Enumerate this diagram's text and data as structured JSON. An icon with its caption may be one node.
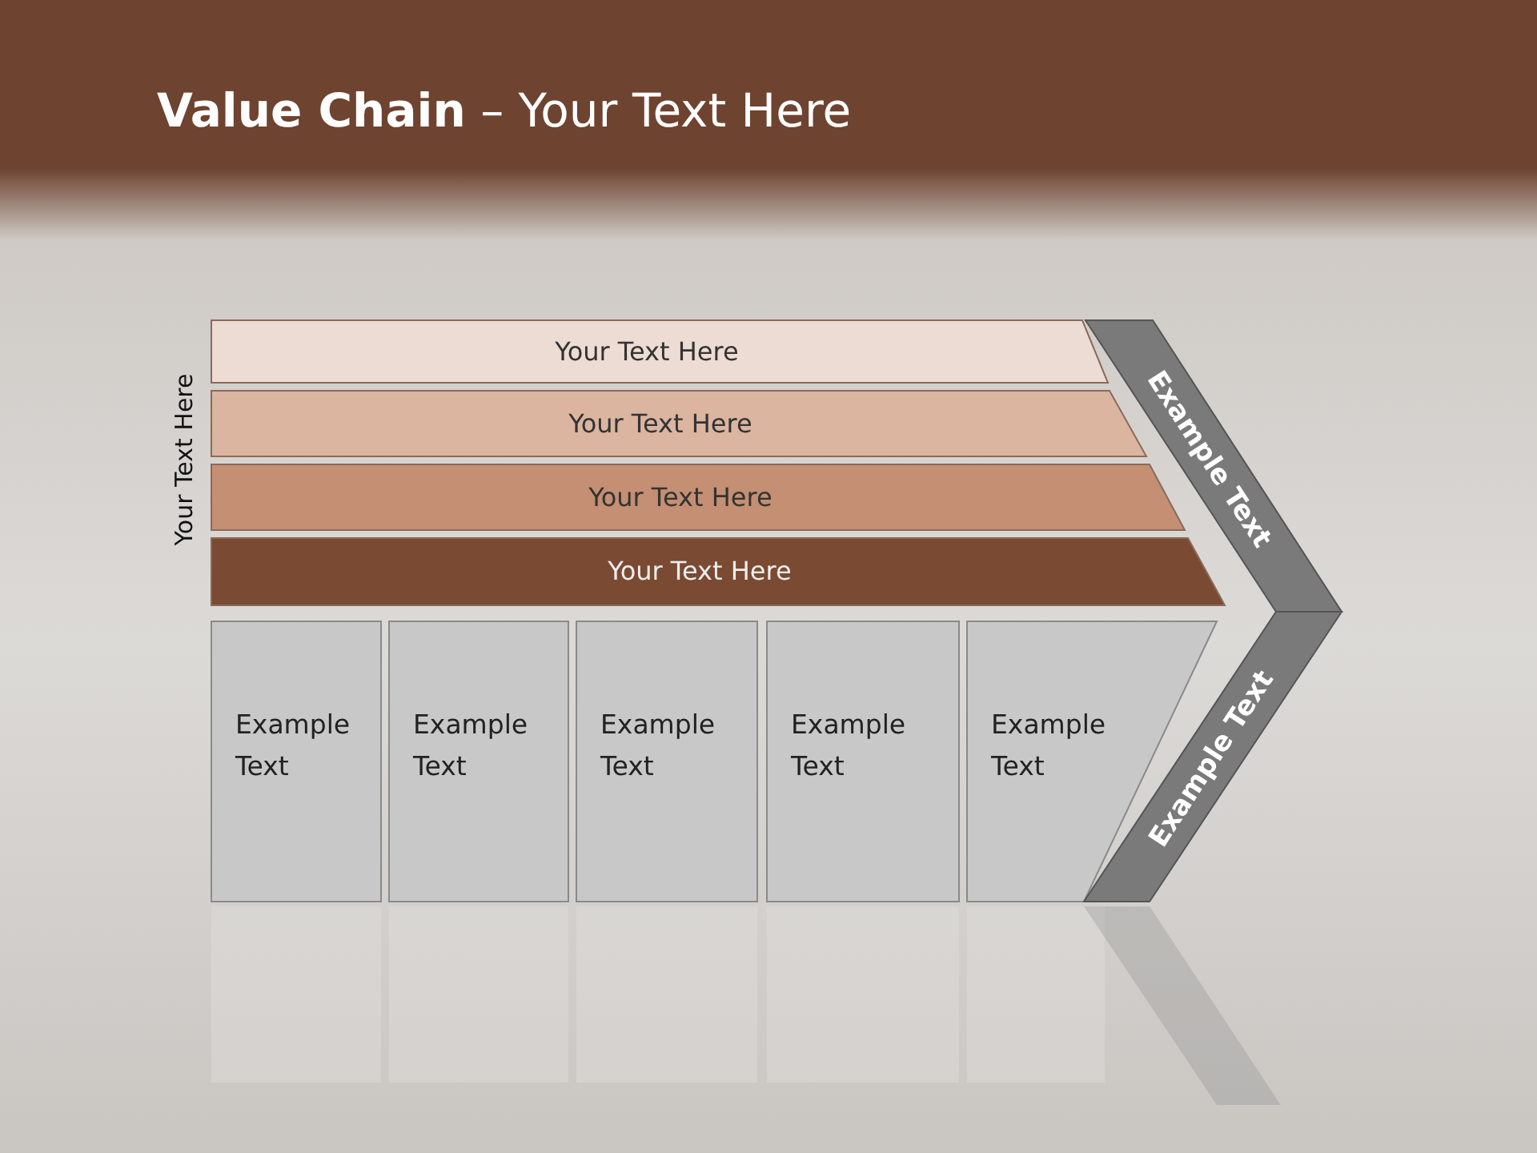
{
  "diagram": {
    "title": "**Value Chain** – Your Text Here",
    "nodes": [
      {
        "text": [
          "Your Text Here"
        ]
      },
      {
        "text": [
          "Your Text Here"
        ]
      },
      {
        "text": [
          "Your Text Here"
        ]
      },
      {
        "text": [
          "Your Text Here"
        ]
      },
      {
        "text": [
          "Example Text"
        ]
      },
      {
        "text": [
          "Example Text"
        ]
      },
      {
        "text": [
          "Example Text"
        ]
      },
      {
        "text": [
          "Example Text"
        ]
      },
      {
        "text": [
          "Example Text"
        ]
      },
      {
        "text": [
          "Example Text"
        ]
      },
      {
        "text": [
          "Example Text"
        ]
      }
    ],
    "labels": [
      "Your Text Here"
    ]
  }
}
